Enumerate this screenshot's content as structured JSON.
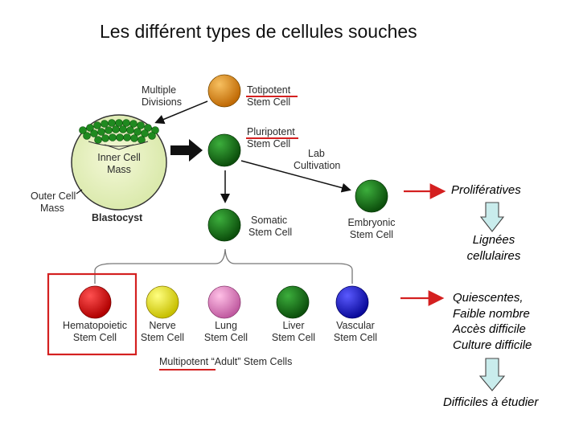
{
  "title": "Les différent types de cellules souches",
  "diagram": {
    "multiple_divisions": [
      "Multiple",
      "Divisions"
    ],
    "totipotent": [
      "Totipotent",
      "Stem Cell"
    ],
    "pluripotent": [
      "Pluripotent",
      "Stem Cell"
    ],
    "inner_cell_mass": [
      "Inner Cell",
      "Mass"
    ],
    "outer_cell_mass": [
      "Outer Cell",
      "Mass"
    ],
    "blastocyst": "Blastocyst",
    "lab_cultivation": [
      "Lab",
      "Cultivation"
    ],
    "embryonic": [
      "Embryonic",
      "Stem Cell"
    ],
    "somatic": [
      "Somatic",
      "Stem Cell"
    ],
    "adult_cells": [
      {
        "line1": "Hematopoietic",
        "line2": "Stem Cell",
        "color": "#e01010"
      },
      {
        "line1": "Nerve",
        "line2": "Stem Cell",
        "color": "#e6e01a"
      },
      {
        "line1": "Lung",
        "line2": "Stem Cell",
        "color": "#e98ec8"
      },
      {
        "line1": "Liver",
        "line2": "Stem Cell",
        "color": "#1f8a1f"
      },
      {
        "line1": "Vascular",
        "line2": "Stem Cell",
        "color": "#1a1ad0"
      }
    ],
    "multipotent": "Multipotent “Adult” Stem Cells"
  },
  "notes": {
    "proliferatives": "Prolifératives",
    "lignees": [
      "Lignées",
      "cellulaires"
    ],
    "quiescentes": [
      "Quiescentes,",
      "Faible nombre",
      "Accès difficile",
      "Culture difficile"
    ],
    "difficiles": "Difficiles à étudier"
  },
  "colors": {
    "totipotent_cell": "#e08a10",
    "green_cell": "#1f8a1f",
    "red_arrow": "#d42020",
    "down_arrow_fill": "#c9ecec",
    "highlight_box": "#d42020"
  }
}
